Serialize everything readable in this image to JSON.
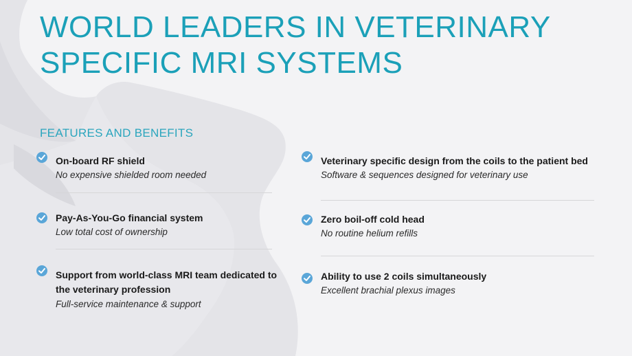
{
  "slide": {
    "title_line1": "WORLD LEADERS IN VETERINARY",
    "title_line2": "SPECIFIC MRI SYSTEMS",
    "section_heading": "FEATURES AND BENEFITS",
    "accent_color": "#1ba0b8",
    "check_color": "#5aa6d8",
    "features_left": [
      {
        "title": "On-board RF shield",
        "subtitle": "No expensive shielded room needed",
        "icon": "check-badge-icon"
      },
      {
        "title": "Pay-As-You-Go financial system",
        "subtitle": "Low total cost of ownership",
        "icon": "check-badge-icon"
      },
      {
        "title": "Support from world-class MRI team dedicated to the veterinary profession",
        "subtitle": "Full-service maintenance & support",
        "icon": "check-badge-icon"
      }
    ],
    "features_right": [
      {
        "title": "Veterinary specific design from the coils to the patient bed",
        "subtitle": "Software & sequences designed for veterinary use",
        "icon": "check-badge-icon"
      },
      {
        "title": "Zero boil-off cold head",
        "subtitle": "No routine helium refills",
        "icon": "check-badge-icon"
      },
      {
        "title": "Ability to use 2 coils simultaneously",
        "subtitle": "Excellent brachial plexus images",
        "icon": "check-badge-icon"
      }
    ]
  }
}
